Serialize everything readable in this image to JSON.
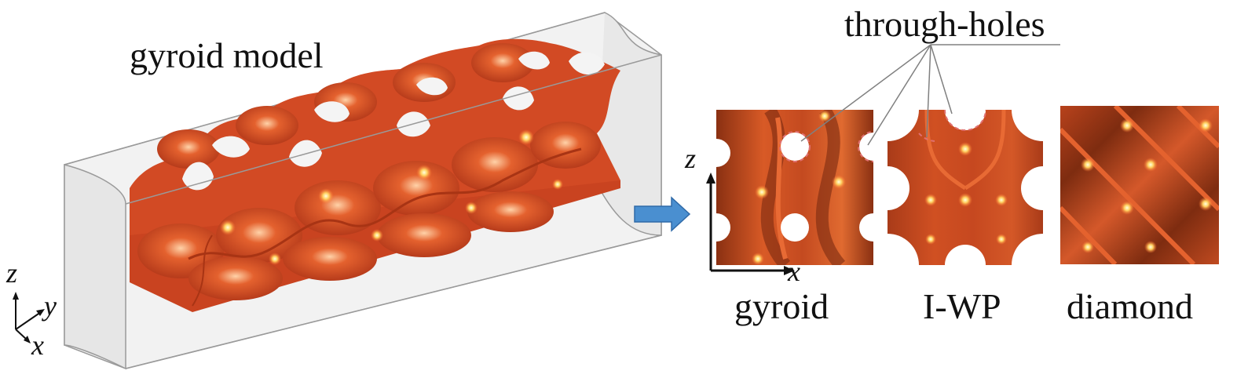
{
  "model_label": "gyroid model",
  "holes_label": "through-holes",
  "axes_3d": {
    "z": "z",
    "y": "y",
    "x": "x"
  },
  "axes_2d": {
    "z": "z",
    "x": "x"
  },
  "panels": [
    {
      "key": "gyroid",
      "label": "gyroid"
    },
    {
      "key": "iwp",
      "label": "I-WP"
    },
    {
      "key": "diamond",
      "label": "diamond"
    }
  ],
  "colors": {
    "surface": "#d24a24",
    "surface_dark": "#7a2a10",
    "highlight": "#ffe890",
    "arrow": "#4a8fd0",
    "frame": "#9a9a9a",
    "hole_outline": "#e07070"
  }
}
